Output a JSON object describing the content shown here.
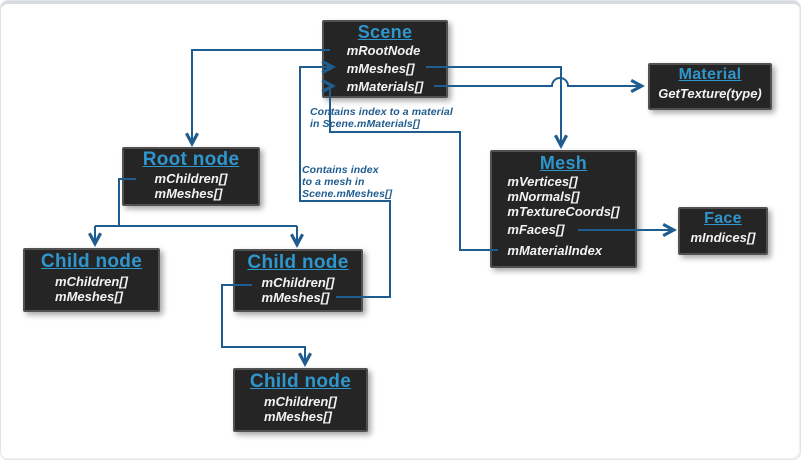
{
  "palette": {
    "box_bg": "#252525",
    "box_border": "#515151",
    "title_color": "#2e96cc",
    "field_color": "#f2f2f2",
    "connector_color": "#1f5c8f",
    "canvas_bg": "#ffffff",
    "canvas_border": "#d8dce2"
  },
  "nodes": {
    "scene": {
      "title": "Scene",
      "fields": [
        "mRootNode",
        "mMeshes[]",
        "mMaterials[]"
      ]
    },
    "material": {
      "title": "Material",
      "fields": [
        "GetTexture(type)"
      ]
    },
    "mesh": {
      "title": "Mesh",
      "fields": [
        "mVertices[]",
        "mNormals[]",
        "mTextureCoords[]",
        "mFaces[]",
        "mMaterialIndex"
      ]
    },
    "face": {
      "title": "Face",
      "fields": [
        "mIndices[]"
      ]
    },
    "root_node": {
      "title": "Root node",
      "fields": [
        "mChildren[]",
        "mMeshes[]"
      ]
    },
    "child_node_1": {
      "title": "Child node",
      "fields": [
        "mChildren[]",
        "mMeshes[]"
      ]
    },
    "child_node_2": {
      "title": "Child node",
      "fields": [
        "mChildren[]",
        "mMeshes[]"
      ]
    },
    "child_node_3": {
      "title": "Child node",
      "fields": [
        "mChildren[]",
        "mMeshes[]"
      ]
    }
  },
  "annotations": {
    "material_index_note": "Contains index to a material\nin Scene.mMaterials[]",
    "mesh_index_note": "Contains index\nto a mesh in\nScene.mMeshes[]"
  }
}
